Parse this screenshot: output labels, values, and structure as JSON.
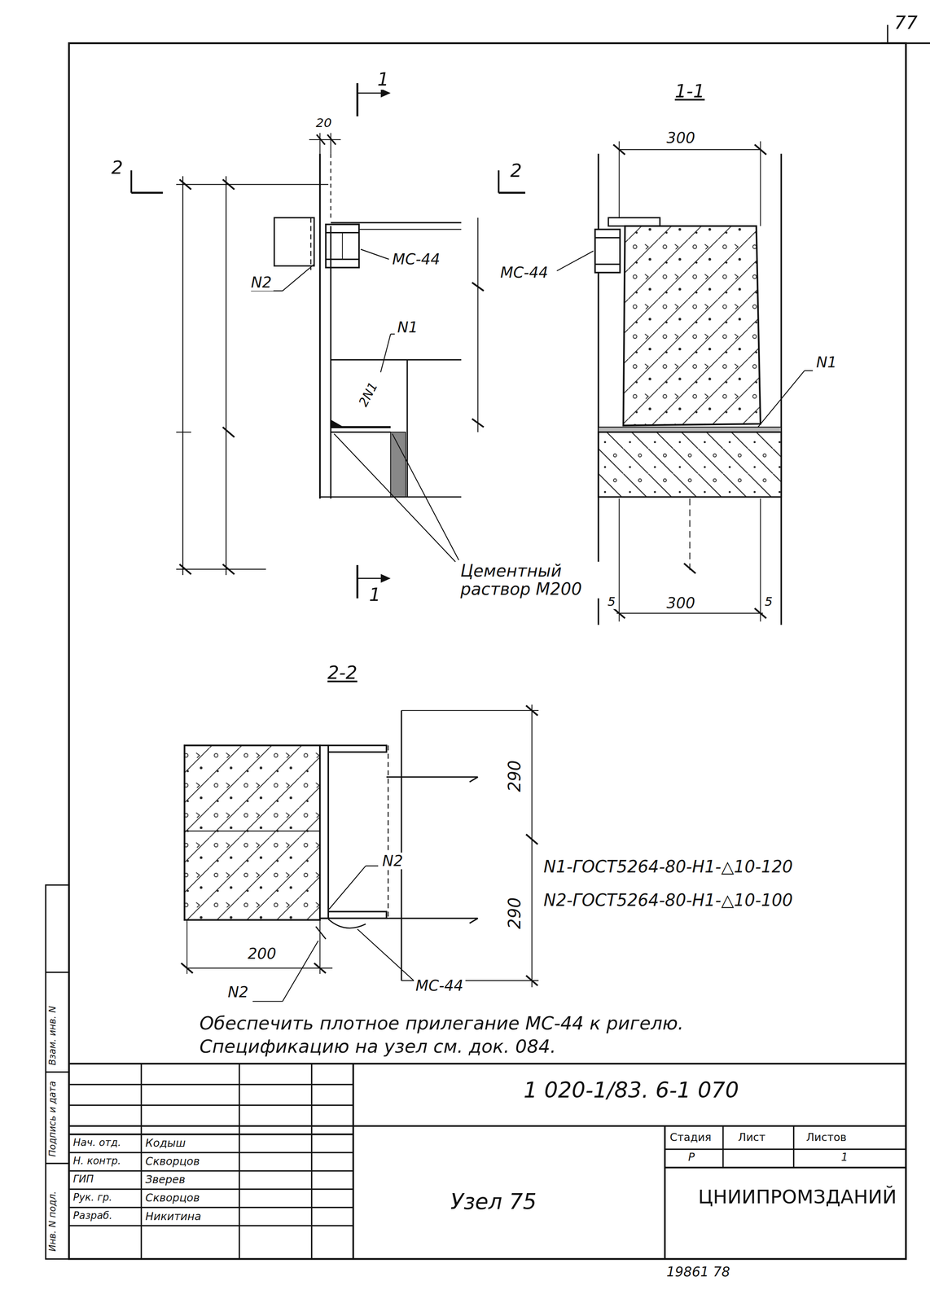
{
  "diagram": {
    "title": "Узел 75",
    "labels": [
      "77",
      "1",
      "2",
      "20",
      "2",
      "1-1",
      "300",
      "МС-44",
      "МС-44",
      "N2",
      "N1",
      "2N1",
      "N1",
      "1",
      "Цементный раствор М200",
      "5",
      "300",
      "5",
      "2-2",
      "290",
      "290",
      "N2",
      "N1-ГОСТ5264-80-Н1-△10-120",
      "N2-ГОСТ5264-80-Н1-△10-100",
      "200",
      "N2",
      "МС-44",
      "Обеспечить плотное прилегание МС-44 к ригелю.",
      "Спецификацию на узел см. док. 084.",
      "1 020-1/83. 6-1 070",
      "Стадия",
      "Лист",
      "Листов",
      "Р",
      "1",
      "ЦНИИПРОМЗДАНИЙ",
      "Нач. отд.",
      "Кодыш",
      "Н. контр.",
      "Скворцов",
      "ГИП",
      "Зверев",
      "Рук. гр.",
      "Скворцов",
      "Разраб.",
      "Никитина",
      "Инв. N подл.",
      "Подпись и дата",
      "Взам. инв. N",
      "19861 78"
    ]
  }
}
